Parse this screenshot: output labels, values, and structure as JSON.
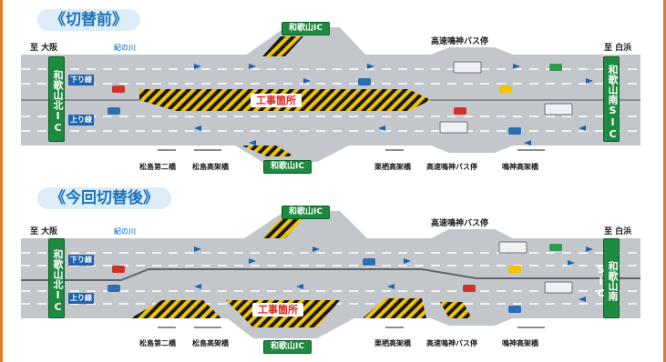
{
  "sections": [
    {
      "title": "《切替前》",
      "from_label": "至 大阪",
      "to_label": "至 白浜",
      "river": "紀の川",
      "down_line": "下り線",
      "up_line": "上り線",
      "ic_top": "和歌山IC",
      "ic_bottom": "和歌山IC",
      "work_zone": "工事箇所",
      "bus_stop_top": "高速鳴神バス停",
      "bus_stop_bottom": "高速鳴神バス停",
      "left_sign": "和歌山北IC",
      "right_sign": "和歌山南SIC",
      "bridges": [
        "松島第二橋",
        "松島高架橋",
        "栗栖高架橋",
        "鳴神高架橋"
      ]
    },
    {
      "title": "《今回切替後》",
      "from_label": "至 大阪",
      "to_label": "至 白浜",
      "river": "紀の川",
      "down_line": "下り線",
      "up_line": "上り線",
      "ic_top": "和歌山IC",
      "ic_bottom": "和歌山IC",
      "work_zone": "工事箇所",
      "bus_stop_top": "高速鳴神バス停",
      "bus_stop_bottom": "高速鳴神バス停",
      "left_sign": "和歌山北IC",
      "right_sign": "和歌山南SIC",
      "bridges": [
        "松島第二橋",
        "松島高架橋",
        "栗栖高架橋",
        "鳴神高架橋"
      ]
    }
  ],
  "colors": {
    "frame": "#e8762d",
    "road": "#c3c7cc",
    "sign_green": "#1c8a3f",
    "lane_blue": "#1c63b0",
    "work_text": "#e0241b",
    "hatch_yellow": "#f2c400"
  }
}
